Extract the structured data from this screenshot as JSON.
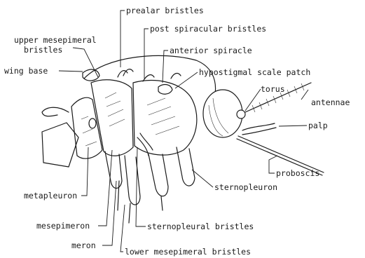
{
  "labels": {
    "prealar_bristles": "prealar bristles",
    "post_spiracular_bristles": "post spiracular bristles",
    "upper_mesepimeral_line1": "upper mesepimeral",
    "upper_mesepimeral_line2": "bristles",
    "anterior_spiracle": "anterior spiracle",
    "wing_base": "wing base",
    "hypostigmal_scale_patch": "hypostigmal scale patch",
    "torus": "torus",
    "antennae": "antennae",
    "palp": "palp",
    "proboscis": "proboscis",
    "sternopleuron": "sternopleuron",
    "metapleuron": "metapleuron",
    "mesepimeron": "mesepimeron",
    "sternopleural_bristles": "sternopleural bristles",
    "meron": "meron",
    "lower_mesepimeral_bristles": "lower mesepimeral bristles"
  }
}
